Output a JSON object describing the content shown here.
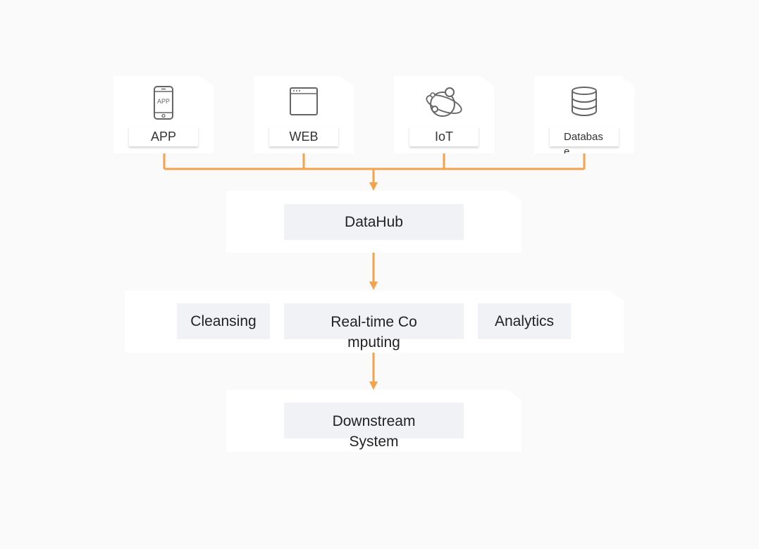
{
  "diagram": {
    "sources": [
      {
        "label": "APP",
        "icon": "phone-icon",
        "icon_text": "APP"
      },
      {
        "label": "WEB",
        "icon": "browser-window-icon"
      },
      {
        "label": "IoT",
        "icon": "satellite-orbit-icon"
      },
      {
        "label": "Database",
        "icon": "database-icon"
      }
    ],
    "hub": {
      "label": "DataHub"
    },
    "processing": {
      "cleansing": "Cleansing",
      "realtime": "Real-time Computing",
      "analytics": "Analytics"
    },
    "downstream": {
      "label": "Downstream System"
    },
    "colors": {
      "connector": "#f4a24c",
      "background": "#fafafa",
      "card": "#ffffff",
      "inner_box": "#f1f2f5",
      "icon": "#666666"
    }
  }
}
